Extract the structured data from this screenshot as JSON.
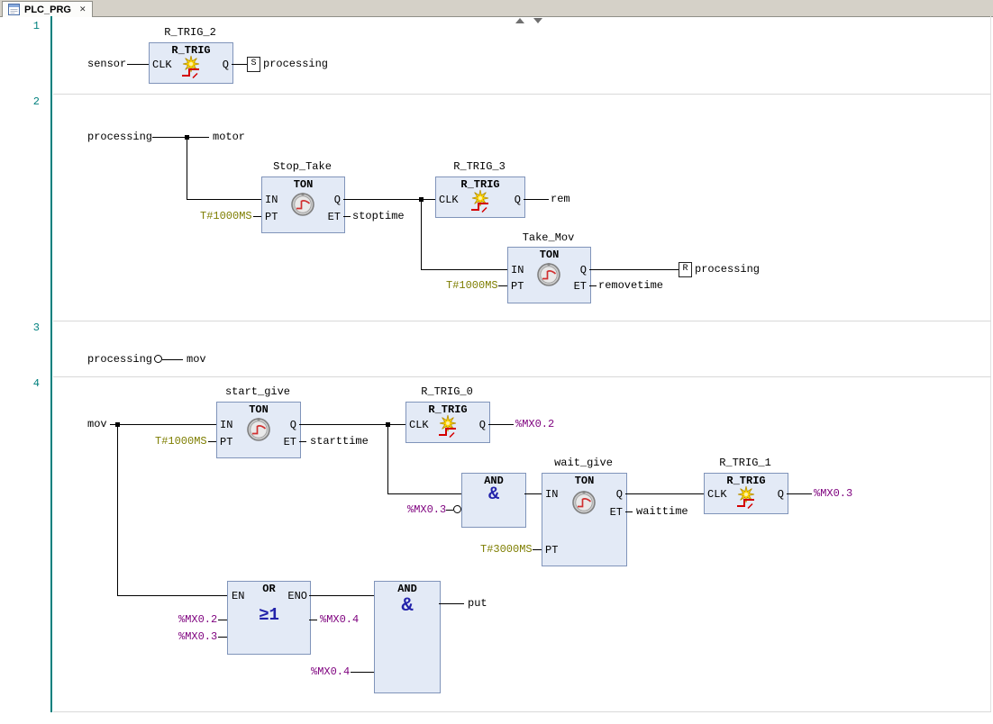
{
  "tab": {
    "title": "PLC_PRG",
    "close_glyph": "✕"
  },
  "gutter": {
    "n1": "1",
    "n2": "2",
    "n3": "3",
    "n4": "4"
  },
  "pins": {
    "clk": "CLK",
    "q": "Q",
    "in": "IN",
    "pt": "PT",
    "et": "ET",
    "en": "EN",
    "eno": "ENO"
  },
  "types": {
    "rtrig": "R_TRIG",
    "ton": "TON",
    "and": "AND",
    "or": "OR"
  },
  "symbols": {
    "and_glyph": "&",
    "or_glyph": "≥1",
    "set_coil": "S",
    "reset_coil": "R"
  },
  "colors": {
    "accent_teal": "#00807e",
    "literal": "#7e7e00",
    "address": "#7e007e",
    "block_fill": "#e3eaf6",
    "block_border": "#8094ba"
  },
  "net1": {
    "instance": "R_TRIG_2",
    "input_var": "sensor",
    "output_var": "processing"
  },
  "net2": {
    "contact_in": "processing",
    "contact_out": "motor",
    "ton1_instance": "Stop_Take",
    "ton1_pt_value": "T#1000MS",
    "ton1_et_var": "stoptime",
    "rtrig_instance": "R_TRIG_3",
    "rtrig_out_var": "rem",
    "ton2_instance": "Take_Mov",
    "ton2_pt_value": "T#1000MS",
    "ton2_et_var": "removetime",
    "reset_var": "processing"
  },
  "net3": {
    "input_var": "processing",
    "output_var": "mov"
  },
  "net4": {
    "input_var": "mov",
    "ton1_instance": "start_give",
    "ton1_pt_value": "T#1000MS",
    "ton1_et_var": "starttime",
    "rtrig0_instance": "R_TRIG_0",
    "rtrig0_out_var": "%MX0.2",
    "and1_in2_var": "%MX0.3",
    "ton2_instance": "wait_give",
    "ton2_pt_value": "T#3000MS",
    "ton2_et_var": "waittime",
    "rtrig1_instance": "R_TRIG_1",
    "rtrig1_out_var": "%MX0.3",
    "or_in1_var": "%MX0.2",
    "or_in2_var": "%MX0.3",
    "or_out_var": "%MX0.4",
    "and2_in_var": "%MX0.4",
    "and2_out_var": "put"
  }
}
